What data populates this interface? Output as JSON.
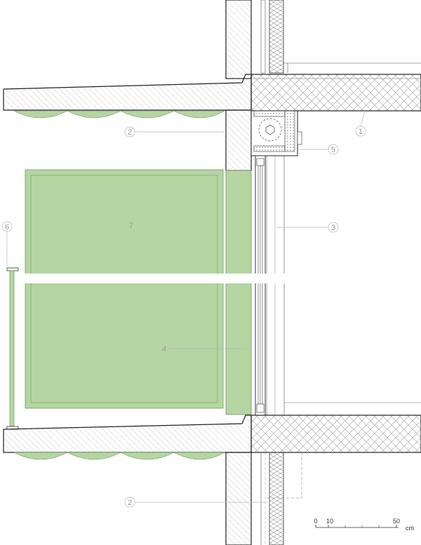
{
  "callouts": [
    {
      "id": "c1",
      "label": "1",
      "item": "ceiling-slab"
    },
    {
      "id": "c2a",
      "label": "2",
      "item": "slab-edge-upper"
    },
    {
      "id": "c2b",
      "label": "2",
      "item": "slab-edge-lower"
    },
    {
      "id": "c3",
      "label": "3",
      "item": "glazing"
    },
    {
      "id": "c4",
      "label": "4",
      "item": "green-panel"
    },
    {
      "id": "c5",
      "label": "5",
      "item": "blind-box"
    },
    {
      "id": "c6",
      "label": "6",
      "item": "balustrade-post"
    },
    {
      "id": "c7",
      "label": "7",
      "item": "green-panel-upper"
    }
  ],
  "scale_bar": {
    "ticks": [
      "0",
      "10",
      "50"
    ],
    "unit": "cm"
  },
  "colors": {
    "panel_green": "#b5d5a2",
    "panel_stroke": "#6f9a5f",
    "line": "#222222",
    "hatch": "#9a9a9a",
    "leader": "#b9b9b9"
  }
}
